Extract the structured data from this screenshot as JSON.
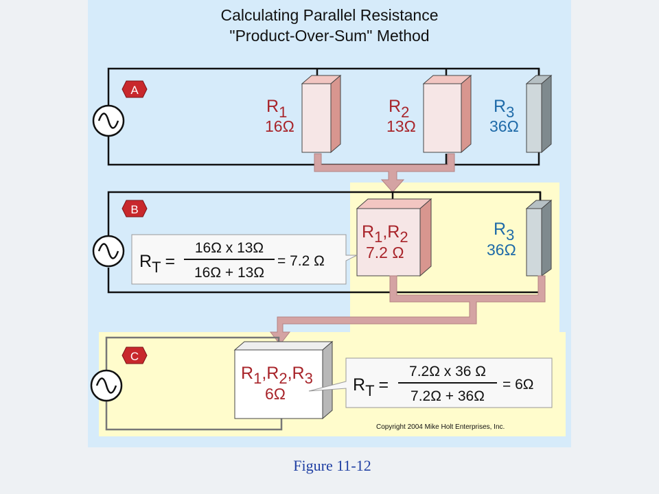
{
  "title": {
    "line1": "Calculating Parallel Resistance",
    "line2": "\"Product-Over-Sum\" Method"
  },
  "panels": {
    "a": {
      "badge": "A",
      "resistors": [
        {
          "name": "R",
          "sub": "1",
          "value": "16Ω",
          "color": "#a8242a"
        },
        {
          "name": "R",
          "sub": "2",
          "value": "13Ω",
          "color": "#a8242a"
        },
        {
          "name": "R",
          "sub": "3",
          "value": "36Ω",
          "color": "#1e6aa8"
        }
      ]
    },
    "b": {
      "badge": "B",
      "combined": {
        "name1": "R",
        "sub1": "1",
        "sep": ",",
        "name2": "R",
        "sub2": "2",
        "value": "7.2 Ω"
      },
      "r3": {
        "name": "R",
        "sub": "3",
        "value": "36Ω"
      },
      "formula": {
        "lhs": "R",
        "lhs_sub": "T",
        "eq": "=",
        "numerator": "16Ω  x  13Ω",
        "denominator": "16Ω  +  13Ω",
        "result": "= 7.2 Ω"
      }
    },
    "c": {
      "badge": "C",
      "combined": {
        "n1": "R",
        "s1": "1",
        "c1": ",",
        "n2": "R",
        "s2": "2",
        "c2": ",",
        "n3": "R",
        "s3": "3",
        "value": "6Ω"
      },
      "formula": {
        "lhs": "R",
        "lhs_sub": "T",
        "eq": "=",
        "numerator": "7.2Ω  x  36 Ω",
        "denominator": "7.2Ω  +  36Ω",
        "result": "= 6Ω"
      },
      "copyright": "Copyright 2004  Mike Holt Enterprises, Inc."
    }
  },
  "caption": "Figure 11-12",
  "colors": {
    "panel_bg": "#d6ebfa",
    "highlight": "#fffccc",
    "red_text": "#a8242a",
    "blue_text": "#1e6aa8",
    "badge": "#c8282c",
    "arrow": "#d4a3a3",
    "caption": "#1f3fa3"
  }
}
